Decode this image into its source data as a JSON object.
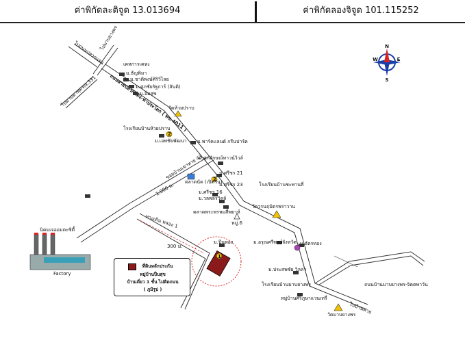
{
  "header": {
    "lat_text": "ค่าพิกัดละติจูด 13.013694",
    "lon_text": "ค่าพิกัดลองจิจูด 101.115252"
  },
  "compass": {
    "n": "N",
    "s": "S",
    "e": "E",
    "w": "W"
  },
  "roads": {
    "main": "ถนนสายปลวกแดง-ท่าประโดก ( ทช.4011 )",
    "to_pluak_daeng": "ไปถนนปลวกแดง",
    "to_map_yang": "ไปมาบยางพร",
    "to_map_ta_phut": "ไปมาบตาพุด",
    "rd_331": "ทล.331",
    "to_ban_khai": "ไปบ้านค่าย",
    "soi": "ซอยบ้านเขาหาย 43",
    "soi_right": "ถนนบ้านมาบยางพร-จิตตพาวัน"
  },
  "distances": {
    "d1": "1,000 ม.",
    "d2": "300 ม.",
    "survey": "ทางเดิน ทลอง 1"
  },
  "places": {
    "community": "เคหการเคหะ",
    "p1": "ม.ธัญพิมา",
    "p2": "ม.ชาติพงษ์ศิริวิไลย",
    "p3": "ม.ศุภชัยรัฐการ์ (สันติ)",
    "p4": "ม.อิ่มสุข",
    "temple1": "วัดห้วยปราบ",
    "school1": "โรงเรียนบ้านห้วยปราบ",
    "p5": "ม.เอพชัยพัฒนา",
    "p6": "ม.พาร์คแลนด์ กรีนปาร์ค",
    "p7": "ม.ศุภลักษณ์ทาวน์วิวล์",
    "p8": "ม.ศรีชร 21",
    "market": "ตลาดนัด (เปิดวัน)",
    "p9": "ม.ศรีชร 16",
    "p10": "ม.วลพลรวิลล์",
    "p11": "ม.ศรีชร 23",
    "police": "ตลาดพระพรหมสี่พยาห์",
    "post": "หมู่.6",
    "school2": "โรงเรียนบ้านชะพานสี่",
    "temple2": "วัดวรนฤมิตรพราวาน",
    "factory_name": "นิคมเจออมตะซิตี้",
    "factory": "Factory",
    "p12": "ม.ปิ่นทอง",
    "p13": "ม.อรุณศรีพงษ์จังหวัด",
    "p14": "ม.ธัตรทอง",
    "p15": "ม.ประสพชัย วิลล่า",
    "school3": "โรงเรียนบ้านมาบยางพร",
    "p16": "หมู่บ้านศิริภูษาแวนเทรี่",
    "temple3": "วัดมาบยางพร"
  },
  "legend": {
    "line1": "ที่ดินหลักประกัน",
    "line2": "หมู่บ้านปิ่นสุข",
    "line3": "บ้านเดี่ยว 1 ชั้น ไม่ติดถนน",
    "line4": "( ภูมิรูป )"
  },
  "marker_num": "1",
  "marker_num2": "2",
  "colors": {
    "property": "#8b1a1a",
    "road": "#333333",
    "temple": "#f2c200"
  }
}
